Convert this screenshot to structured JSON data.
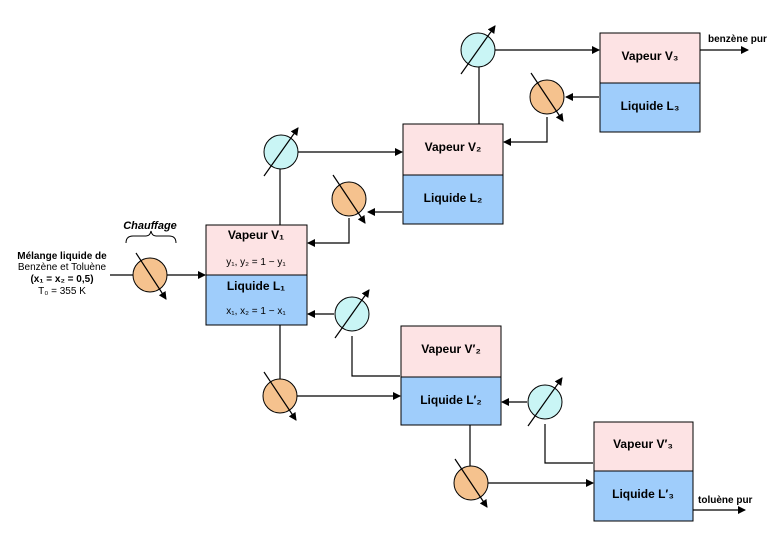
{
  "colors": {
    "vapor_fill": "#fde3e4",
    "liquid_fill": "#9fcdfb",
    "heater_fill": "#f5c28e",
    "cooler_fill": "#c9f5f5",
    "accent_green": "#2e8b2e"
  },
  "feed": {
    "line1": "Mélange liquide de",
    "line2": "Benzène et Toluène",
    "composition": "(x₁ = x₂ = 0,5)",
    "temperature": "T₀ = 355 K"
  },
  "heating_label": "Chauffage",
  "stage1": {
    "vapor": "Vapeur V₁",
    "vapor_eq": "y₁, y₂ = 1 − y₁",
    "liquid": "Liquide L₁",
    "liquid_eq": "x₁, x₂ = 1 − x₁"
  },
  "stage2_top": {
    "vapor": "Vapeur V₂",
    "liquid": "Liquide L₂"
  },
  "stage3_top": {
    "vapor": "Vapeur V₃",
    "liquid": "Liquide L₃"
  },
  "stage2_bottom": {
    "vapor": "Vapeur V′₂",
    "liquid": "Liquide L′₂"
  },
  "stage3_bottom": {
    "vapor": "Vapeur V′₃",
    "liquid": "Liquide L′₃"
  },
  "outputs": {
    "top": "benzène pur",
    "bottom": "toluène pur"
  },
  "icons": [
    "heat-exchanger-icon",
    "cooler-icon",
    "arrow-icon"
  ]
}
